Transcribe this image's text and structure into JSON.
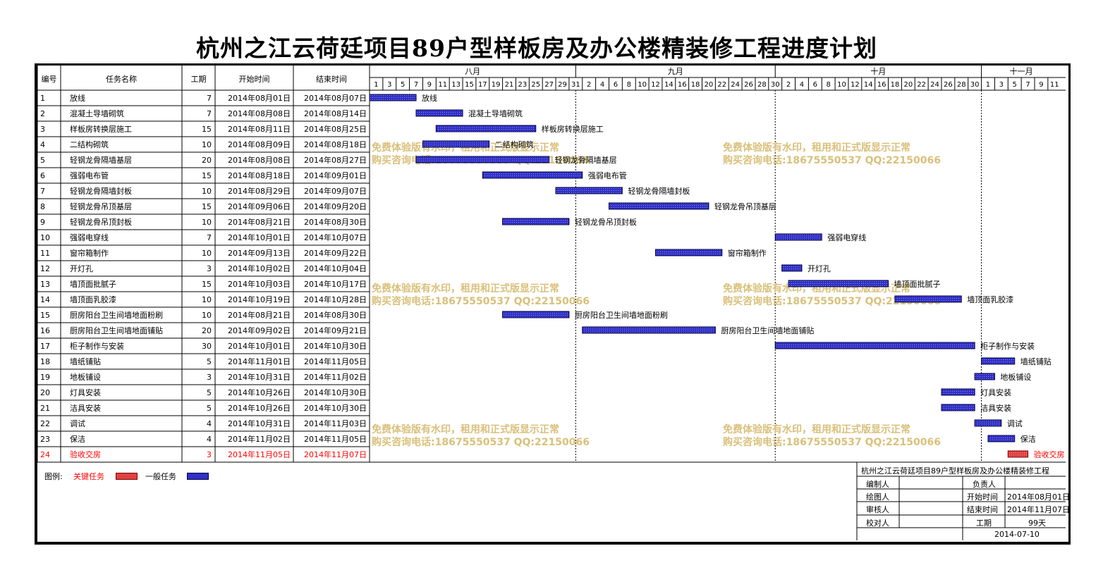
{
  "title": "杭州之江云荷廷项目89户型样板房及办公楼精装修工程进度计划",
  "chart_data": {
    "type": "gantt",
    "columns": {
      "id": "编号",
      "name": "任务名称",
      "duration": "工期",
      "start": "开始时间",
      "end": "结束时间"
    },
    "months": [
      {
        "label": "八月",
        "start": 1,
        "days": 31
      },
      {
        "label": "九月",
        "start": 32,
        "days": 30
      },
      {
        "label": "十月",
        "start": 62,
        "days": 31
      },
      {
        "label": "十一月",
        "start": 93,
        "days": 12
      }
    ],
    "day_labels": [
      "1",
      "3",
      "5",
      "7",
      "9",
      "11",
      "13",
      "15",
      "17",
      "19",
      "21",
      "23",
      "25",
      "27",
      "29",
      "31",
      "2",
      "4",
      "6",
      "8",
      "10",
      "12",
      "14",
      "16",
      "18",
      "20",
      "22",
      "24",
      "26",
      "28",
      "30",
      "2",
      "4",
      "6",
      "8",
      "10",
      "12",
      "14",
      "16",
      "18",
      "20",
      "22",
      "24",
      "26",
      "28",
      "30",
      "1",
      "3",
      "5",
      "7",
      "9",
      "11"
    ],
    "tasks": [
      {
        "id": "1",
        "name": "放线",
        "duration": 7,
        "start": "2014年08月01日",
        "end": "2014年08月07日",
        "s": 1,
        "e": 7,
        "critical": false
      },
      {
        "id": "2",
        "name": "混凝土导墙砌筑",
        "duration": 7,
        "start": "2014年08月08日",
        "end": "2014年08月14日",
        "s": 8,
        "e": 14,
        "critical": false
      },
      {
        "id": "3",
        "name": "样板房转换层施工",
        "duration": 15,
        "start": "2014年08月11日",
        "end": "2014年08月25日",
        "s": 11,
        "e": 25,
        "critical": false
      },
      {
        "id": "4",
        "name": "二结构砌筑",
        "duration": 10,
        "start": "2014年08月09日",
        "end": "2014年08月18日",
        "s": 9,
        "e": 18,
        "critical": false
      },
      {
        "id": "5",
        "name": "轻钢龙骨隔墙基层",
        "duration": 20,
        "start": "2014年08月08日",
        "end": "2014年08月27日",
        "s": 8,
        "e": 27,
        "critical": false
      },
      {
        "id": "6",
        "name": "强弱电布管",
        "duration": 15,
        "start": "2014年08月18日",
        "end": "2014年09月01日",
        "s": 18,
        "e": 32,
        "critical": false
      },
      {
        "id": "7",
        "name": "轻钢龙骨隔墙封板",
        "duration": 10,
        "start": "2014年08月29日",
        "end": "2014年09月07日",
        "s": 29,
        "e": 38,
        "critical": false
      },
      {
        "id": "8",
        "name": "轻钢龙骨吊顶基层",
        "duration": 15,
        "start": "2014年09月06日",
        "end": "2014年09月20日",
        "s": 37,
        "e": 51,
        "critical": false
      },
      {
        "id": "9",
        "name": "轻钢龙骨吊顶封板",
        "duration": 10,
        "start": "2014年08月21日",
        "end": "2014年08月30日",
        "s": 21,
        "e": 30,
        "critical": false
      },
      {
        "id": "10",
        "name": "强弱电穿线",
        "duration": 7,
        "start": "2014年10月01日",
        "end": "2014年10月07日",
        "s": 62,
        "e": 68,
        "critical": false
      },
      {
        "id": "11",
        "name": "窗帘箱制作",
        "duration": 10,
        "start": "2014年09月13日",
        "end": "2014年09月22日",
        "s": 44,
        "e": 53,
        "critical": false
      },
      {
        "id": "12",
        "name": "开灯孔",
        "duration": 3,
        "start": "2014年10月02日",
        "end": "2014年10月04日",
        "s": 63,
        "e": 65,
        "critical": false
      },
      {
        "id": "13",
        "name": "墙顶面批腻子",
        "duration": 15,
        "start": "2014年10月03日",
        "end": "2014年10月17日",
        "s": 64,
        "e": 78,
        "critical": false
      },
      {
        "id": "14",
        "name": "墙顶面乳胶漆",
        "duration": 10,
        "start": "2014年10月19日",
        "end": "2014年10月28日",
        "s": 80,
        "e": 89,
        "critical": false
      },
      {
        "id": "15",
        "name": "厨房阳台卫生间墙地面粉刷",
        "duration": 10,
        "start": "2014年08月21日",
        "end": "2014年08月30日",
        "s": 21,
        "e": 30,
        "critical": false
      },
      {
        "id": "16",
        "name": "厨房阳台卫生间墙地面铺贴",
        "duration": 20,
        "start": "2014年09月02日",
        "end": "2014年09月21日",
        "s": 33,
        "e": 52,
        "critical": false
      },
      {
        "id": "17",
        "name": "柜子制作与安装",
        "duration": 30,
        "start": "2014年10月01日",
        "end": "2014年10月30日",
        "s": 62,
        "e": 91,
        "critical": false
      },
      {
        "id": "18",
        "name": "墙纸铺贴",
        "duration": 5,
        "start": "2014年11月01日",
        "end": "2014年11月05日",
        "s": 93,
        "e": 97,
        "critical": false
      },
      {
        "id": "19",
        "name": "地板铺设",
        "duration": 3,
        "start": "2014年10月31日",
        "end": "2014年11月02日",
        "s": 92,
        "e": 94,
        "critical": false
      },
      {
        "id": "20",
        "name": "灯具安装",
        "duration": 5,
        "start": "2014年10月26日",
        "end": "2014年10月30日",
        "s": 87,
        "e": 91,
        "critical": false
      },
      {
        "id": "21",
        "name": "洁具安装",
        "duration": 5,
        "start": "2014年10月26日",
        "end": "2014年10月30日",
        "s": 87,
        "e": 91,
        "critical": false
      },
      {
        "id": "22",
        "name": "调试",
        "duration": 4,
        "start": "2014年10月31日",
        "end": "2014年11月03日",
        "s": 92,
        "e": 95,
        "critical": false
      },
      {
        "id": "23",
        "name": "保洁",
        "duration": 4,
        "start": "2014年11月02日",
        "end": "2014年11月05日",
        "s": 94,
        "e": 97,
        "critical": false
      },
      {
        "id": "24",
        "name": "验收交房",
        "duration": 3,
        "start": "2014年11月05日",
        "end": "2014年11月07日",
        "s": 97,
        "e": 99,
        "critical": true
      }
    ],
    "watermarks": [
      {
        "line1": "免费体验版有水印，租用和正式版显示正常",
        "line2": "购买咨询电话:18675550537 QQ:22150066"
      }
    ],
    "colors": {
      "normal": "#3030c8",
      "critical": "#e04040",
      "watermark": "#d9c07a",
      "critical_text": "#ff0000"
    }
  },
  "legend": {
    "label": "图例:",
    "critical": "关键任务",
    "normal": "一般任务"
  },
  "info": {
    "project": "杭州之江云荷廷项目89户型样板房及办公楼精装修工程",
    "editor_label": "编制人",
    "manager_label": "负责人",
    "drawer_label": "绘图人",
    "start_label": "开始时间",
    "start_value": "2014年08月01日",
    "reviewer_label": "审核人",
    "end_label": "结束时间",
    "end_value": "2014年11月07日",
    "checker_label": "校对人",
    "duration_label": "工期",
    "duration_value": "99天",
    "date": "2014-07-10"
  }
}
